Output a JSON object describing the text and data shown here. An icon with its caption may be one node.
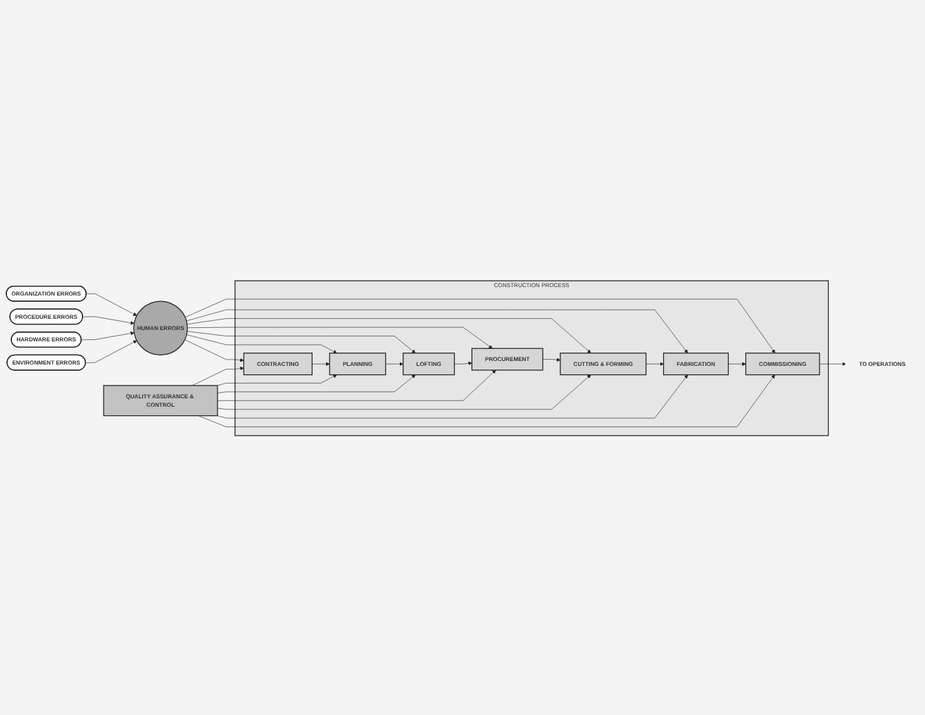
{
  "diagram": {
    "nodes": [
      {
        "text": [
          "ORGANIZATION ERRORS"
        ]
      },
      {
        "text": [
          "PROCEDURE ERRORS"
        ]
      },
      {
        "text": [
          "HARDWARE ERRORS"
        ]
      },
      {
        "text": [
          "ENVIRONMENT ERRORS"
        ]
      },
      {
        "text": [
          "HUMAN ERRORS"
        ]
      },
      {
        "text": [
          "CONSTRUCTION PROCESS"
        ]
      },
      {
        "text": [
          "CONTRACTING"
        ],
        "in": 5
      },
      {
        "text": [
          "PLANNING"
        ],
        "in": 5
      },
      {
        "text": [
          "LOFTING"
        ],
        "in": 5
      },
      {
        "text": [
          "PROCUREMENT"
        ],
        "in": 5
      },
      {
        "text": [
          "CUTTING & FORMING"
        ],
        "in": 5
      },
      {
        "text": [
          "FABRICATION"
        ],
        "in": 5
      },
      {
        "text": [
          "COMMISSIONING"
        ],
        "in": 5
      },
      {
        "text": [
          "QUALITY ASSURANCE & CONTROL"
        ]
      },
      {
        "text": [
          "TO OPERATIONS"
        ]
      }
    ],
    "edges": [
      {
        "from": 0,
        "to": 4,
        "arrow": "to"
      },
      {
        "from": 1,
        "to": 4,
        "arrow": "to"
      },
      {
        "from": 2,
        "to": 4,
        "arrow": "to"
      },
      {
        "from": 3,
        "to": 4,
        "arrow": "to"
      },
      {
        "from": 4,
        "to": 6,
        "arrow": "to"
      },
      {
        "from": 4,
        "to": 7,
        "arrow": "to"
      },
      {
        "from": 4,
        "to": 8,
        "arrow": "to"
      },
      {
        "from": 4,
        "to": 9,
        "arrow": "to"
      },
      {
        "from": 4,
        "to": 10,
        "arrow": "to"
      },
      {
        "from": 4,
        "to": 11,
        "arrow": "to"
      },
      {
        "from": 4,
        "to": 12,
        "arrow": "to"
      },
      {
        "from": 6,
        "to": 7,
        "arrow": "to"
      },
      {
        "from": 7,
        "to": 8,
        "arrow": "to"
      },
      {
        "from": 8,
        "to": 9,
        "arrow": "to"
      },
      {
        "from": 9,
        "to": 10,
        "arrow": "to"
      },
      {
        "from": 10,
        "to": 11,
        "arrow": "to"
      },
      {
        "from": 11,
        "to": 12,
        "arrow": "to"
      },
      {
        "from": 13,
        "to": 6,
        "arrow": "to"
      },
      {
        "from": 13,
        "to": 7,
        "arrow": "to"
      },
      {
        "from": 13,
        "to": 8,
        "arrow": "to"
      },
      {
        "from": 13,
        "to": 9,
        "arrow": "to"
      },
      {
        "from": 13,
        "to": 10,
        "arrow": "to"
      },
      {
        "from": 13,
        "to": 11,
        "arrow": "to"
      },
      {
        "from": 13,
        "to": 12,
        "arrow": "to"
      },
      {
        "from": 12,
        "to": 14,
        "arrow": "to"
      }
    ]
  }
}
